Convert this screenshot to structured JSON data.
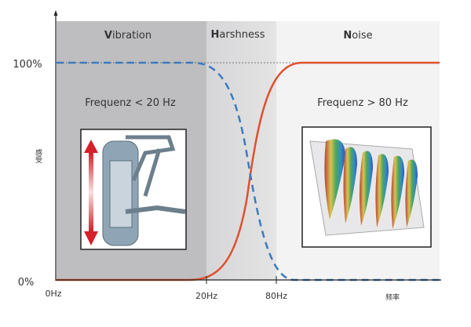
{
  "regions": {
    "vibration": {
      "initial": "V",
      "rest": "ibration",
      "note": "Frequenz < 20 Hz"
    },
    "harshness": {
      "initial": "H",
      "rest": "arshness"
    },
    "noise": {
      "initial": "N",
      "rest": "oise",
      "note": "Frequenz > 80 Hz"
    }
  },
  "y_axis": {
    "label": "感受",
    "ticks": [
      "100%",
      "0%"
    ]
  },
  "x_axis": {
    "label": "频率",
    "ticks": [
      "0Hz",
      "20Hz",
      "80Hz"
    ]
  },
  "colors": {
    "vibration_bg": "#bebec0",
    "harshness_bg": "#dcdcdd",
    "noise_bg": "#f3f3f3",
    "noise_curve": "#e0502e",
    "vibration_curve": "#3a7bbf"
  }
}
